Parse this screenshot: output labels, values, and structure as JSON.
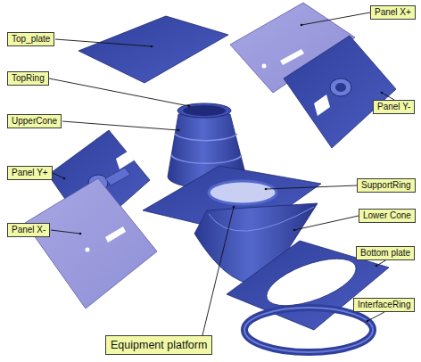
{
  "diagram": {
    "nodes": [
      {
        "text": [
          "Panel X+"
        ]
      },
      {
        "text": [
          "Top_plate"
        ]
      },
      {
        "text": [
          "TopRing"
        ]
      },
      {
        "text": [
          "Panel Y-"
        ]
      },
      {
        "text": [
          "UpperCone"
        ]
      },
      {
        "text": [
          "Panel Y+"
        ]
      },
      {
        "text": [
          "SupportRing"
        ]
      },
      {
        "text": [
          "Lower Cone"
        ]
      },
      {
        "text": [
          "Panel X-"
        ]
      },
      {
        "text": [
          "Bottom plate"
        ]
      },
      {
        "text": [
          "InterfaceRing"
        ]
      },
      {
        "text": [
          "Equipment platform"
        ]
      }
    ]
  }
}
